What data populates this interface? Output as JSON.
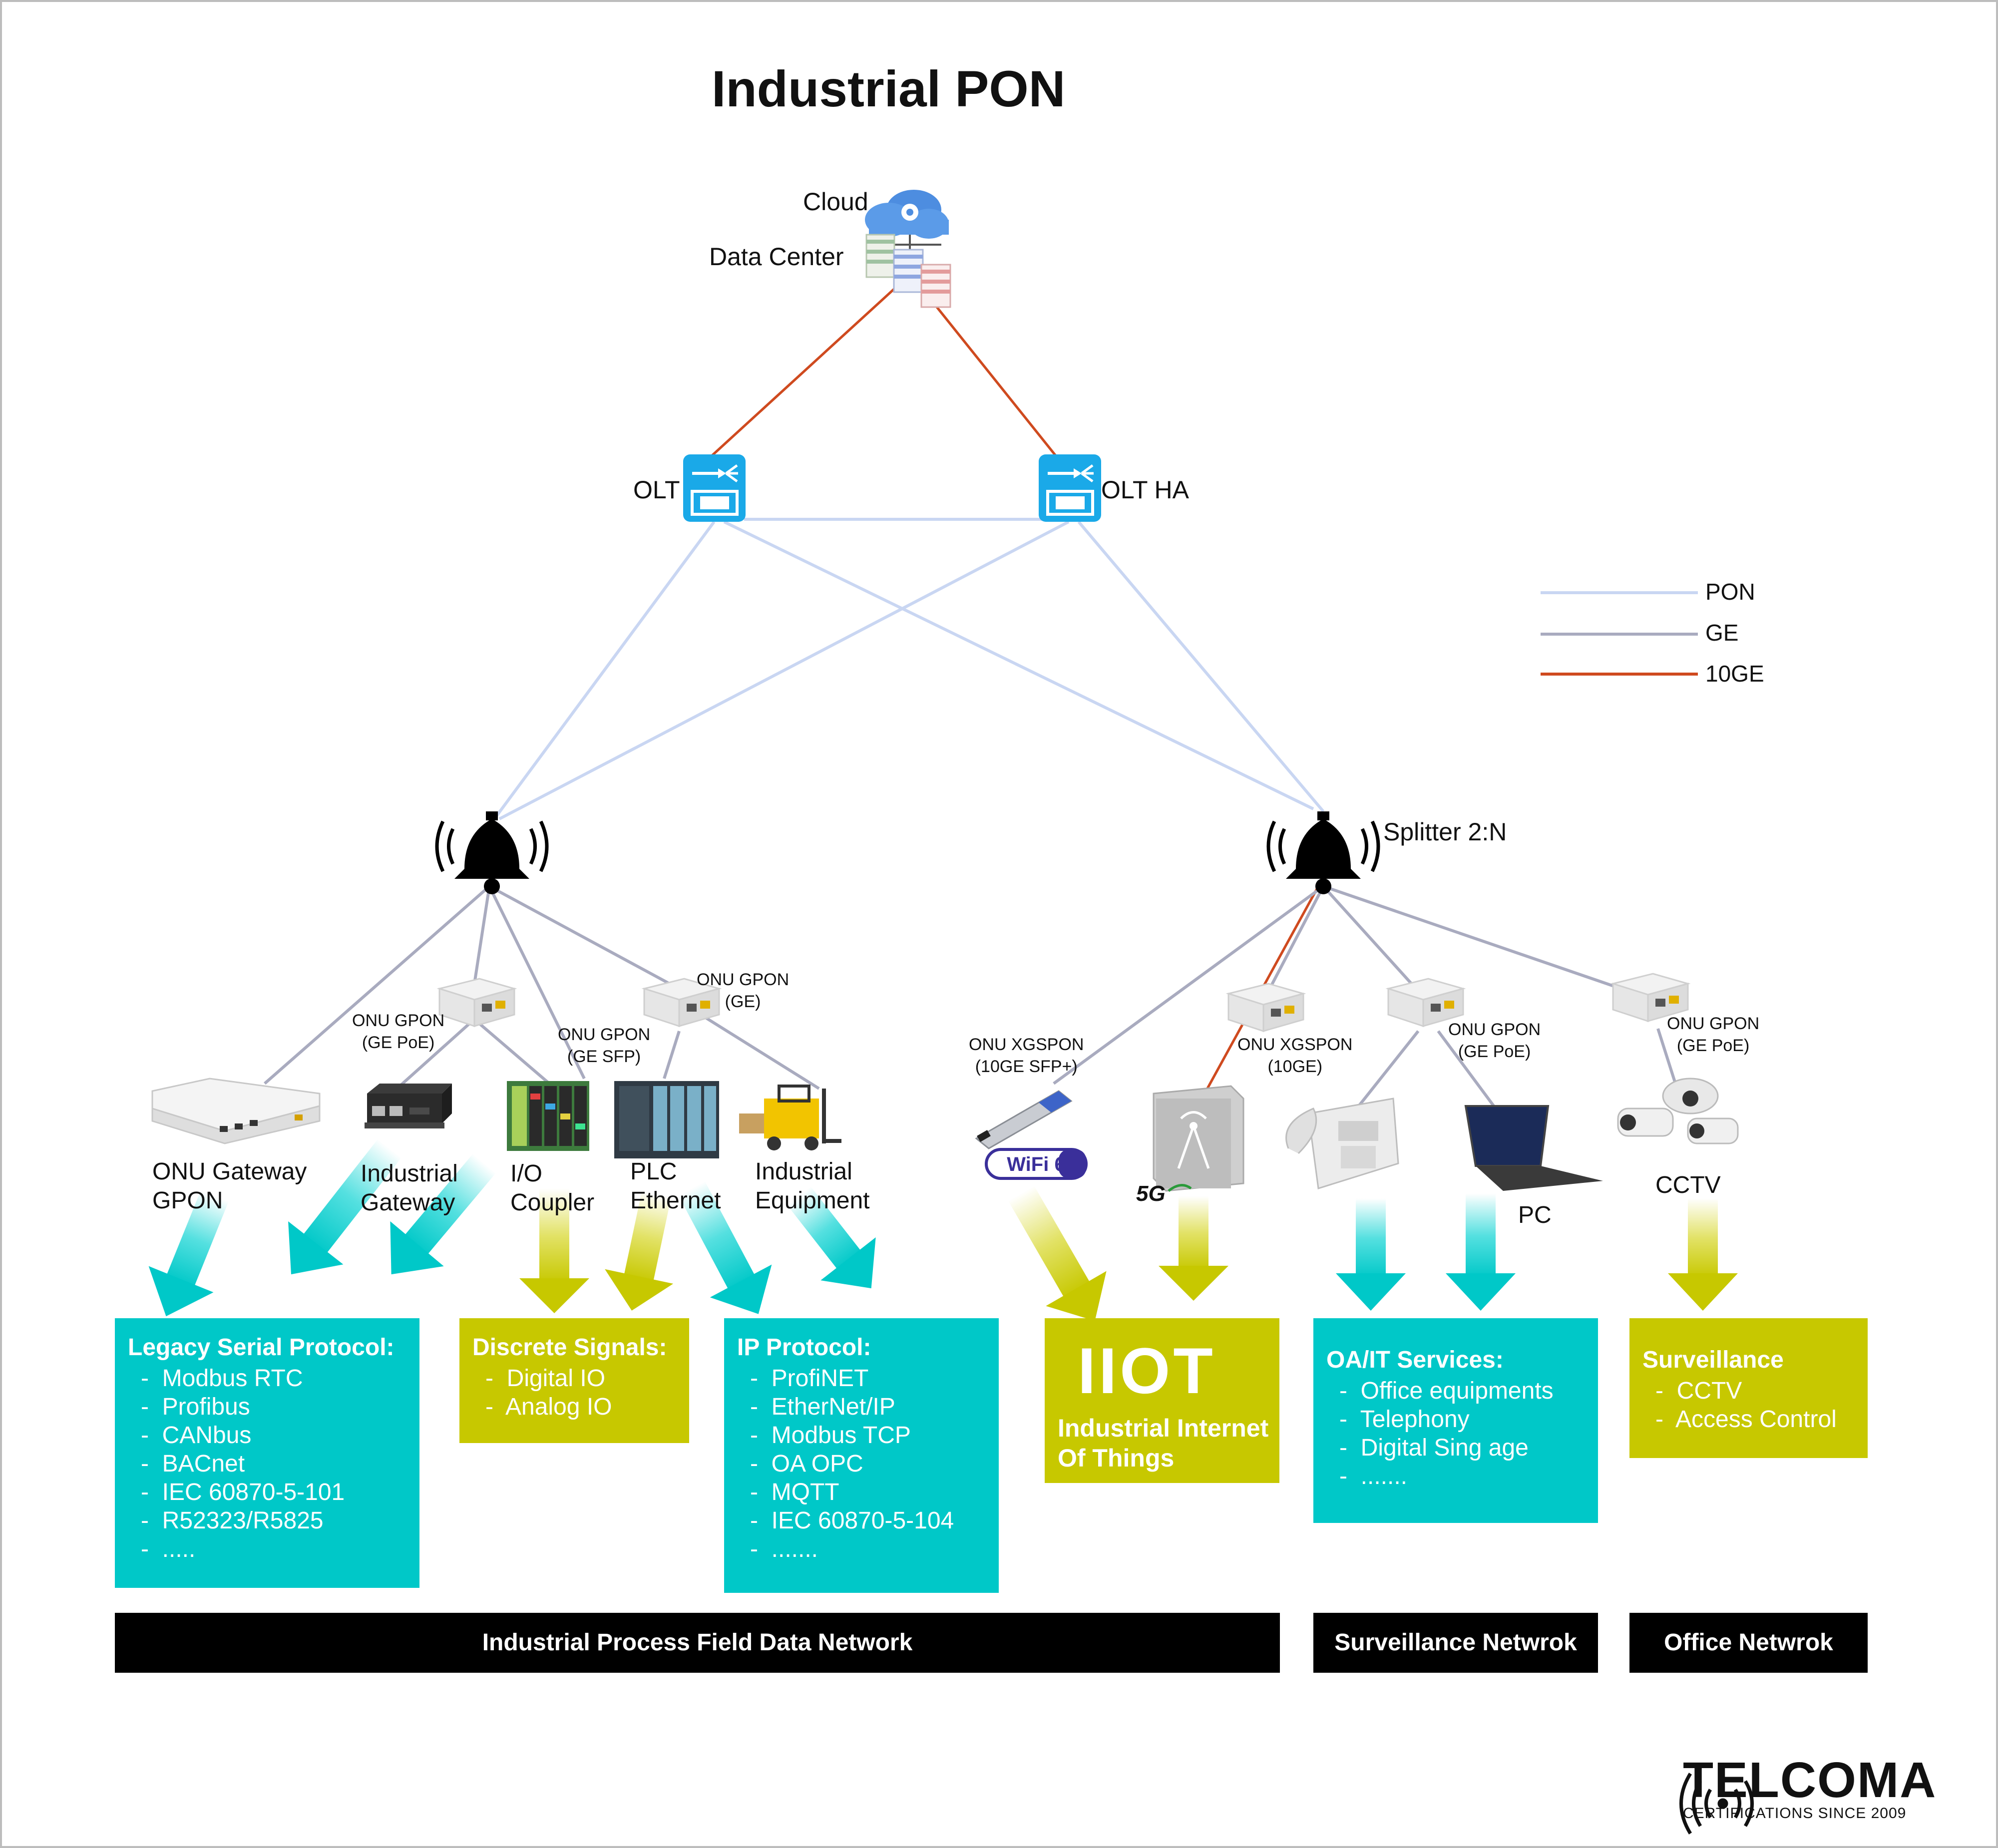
{
  "title": "Industrial PON",
  "top": {
    "cloud_label": "Cloud",
    "datacenter_label": "Data Center",
    "olt_label": "OLT",
    "olt_ha_label": "OLT HA",
    "splitter_label": "Splitter 2:N"
  },
  "legend": [
    {
      "label": "PON",
      "color": "#c9d6f2"
    },
    {
      "label": "GE",
      "color": "#a9abbf"
    },
    {
      "label": "10GE",
      "color": "#cf4a1f"
    }
  ],
  "onus": {
    "gpon_ge_poe_left": "ONU GPON\n(GE PoE)",
    "gpon_ge": "ONU GPON\n(GE)",
    "gpon_ge_sfp": "ONU GPON\n(GE SFP)",
    "xgspon_sfp": "ONU XGSPON\n(10GE SFP+)",
    "xgspon_10ge": "ONU XGSPON\n(10GE)",
    "gpon_ge_poe_mid": "ONU GPON\n(GE PoE)",
    "gpon_ge_poe_right": "ONU GPON\n(GE PoE)"
  },
  "devices": {
    "onu_gateway": "ONU Gateway\nGPON",
    "industrial_gateway": "Industrial\nGateway",
    "io_coupler": "I/O\nCoupler",
    "plc": "PLC\nEthernet",
    "industrial_equipment": "Industrial\nEquipment",
    "wifi_badge": "WiFi 6",
    "fiveg_badge": "5G",
    "pc": "PC",
    "cctv": "CCTV"
  },
  "boxes": {
    "legacy": {
      "title": "Legacy Serial Protocol:",
      "items": [
        "Modbus RTC",
        "Profibus",
        "CANbus",
        "BACnet",
        "IEC 60870-5-101",
        "R52323/R5825",
        "....."
      ]
    },
    "discrete": {
      "title": "Discrete Signals:",
      "items": [
        "Digital IO",
        "Analog IO"
      ]
    },
    "ip": {
      "title": "IP Protocol:",
      "items": [
        "ProfiNET",
        "EtherNet/IP",
        "Modbus TCP",
        "OA OPC",
        "MQTT",
        "IEC 60870-5-104",
        "......."
      ]
    },
    "iiot": {
      "logo": "IIOT",
      "title": "Industrial Internet\nOf Things"
    },
    "oait": {
      "title": "OA/IT Services:",
      "items": [
        "Office equipments",
        "Telephony",
        "Digital Sing age",
        "......."
      ]
    },
    "surveillance": {
      "title": "Surveillance",
      "items": [
        "CCTV",
        "Access Control"
      ]
    }
  },
  "bars": {
    "industrial": "Industrial Process Field Data Network",
    "surveillance": "Surveillance Netwrok",
    "office": "Office Netwrok"
  },
  "brand": {
    "name": "TELCOMA",
    "tagline": "CERTIFICATIONS SINCE 2009"
  }
}
